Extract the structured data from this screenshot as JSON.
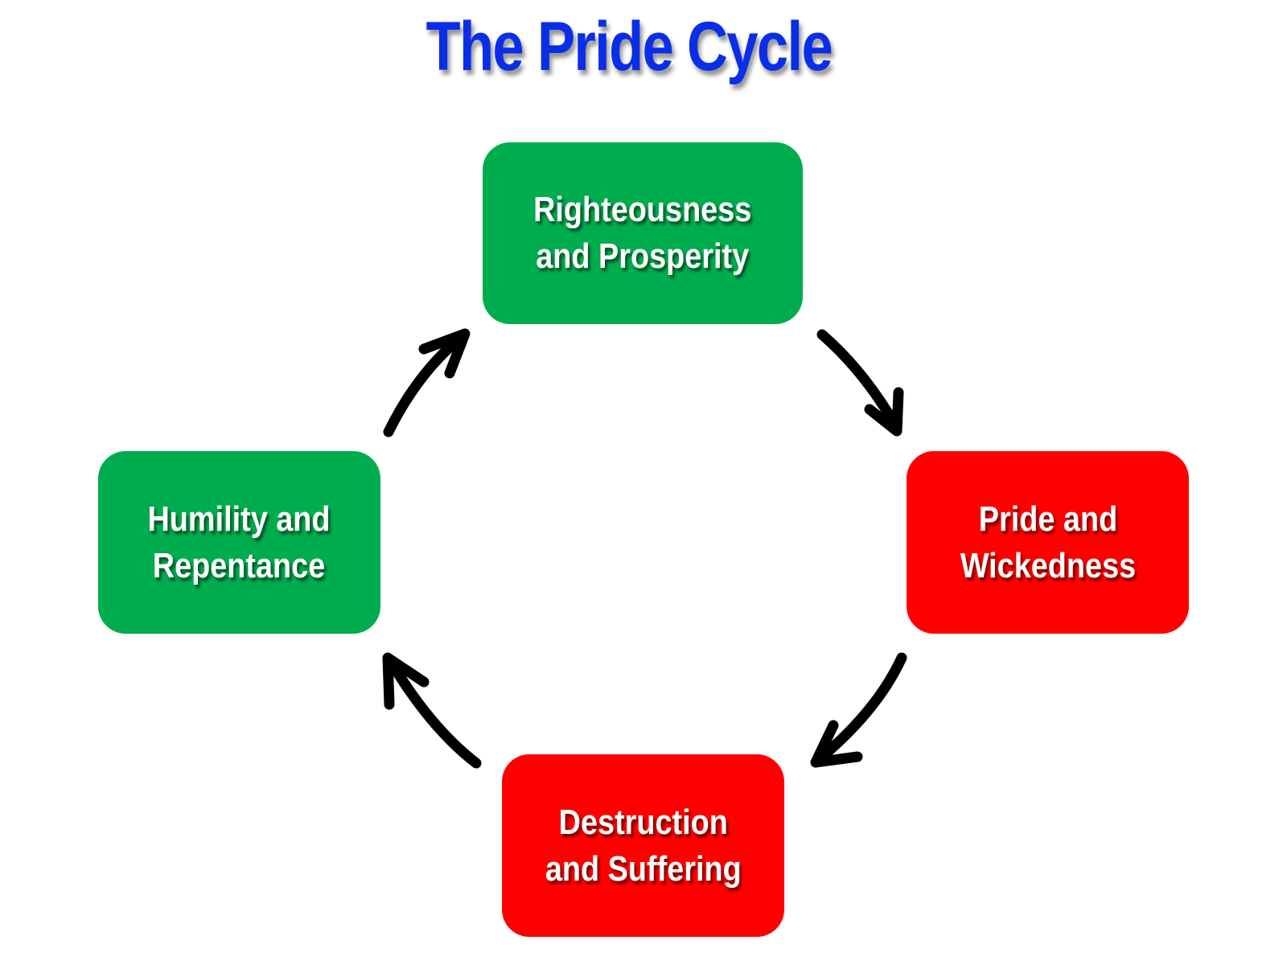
{
  "title": "The Pride Cycle",
  "colors": {
    "title": "#0a2ee8",
    "positive": "#00ad4e",
    "negative": "#ff0000",
    "arrow": "#000000"
  },
  "stages": [
    {
      "id": "top",
      "label": "Righteousness\nand Prosperity",
      "tone": "positive"
    },
    {
      "id": "right",
      "label": "Pride and\nWickedness",
      "tone": "negative"
    },
    {
      "id": "bottom",
      "label": "Destruction\nand Suffering",
      "tone": "negative"
    },
    {
      "id": "left",
      "label": "Humility and\nRepentance",
      "tone": "positive"
    }
  ],
  "arrows": [
    {
      "from": "Righteousness and Prosperity",
      "to": "Pride and Wickedness",
      "direction": "clockwise"
    },
    {
      "from": "Pride and Wickedness",
      "to": "Destruction and Suffering",
      "direction": "clockwise"
    },
    {
      "from": "Destruction and Suffering",
      "to": "Humility and Repentance",
      "direction": "clockwise"
    },
    {
      "from": "Humility and Repentance",
      "to": "Righteousness and Prosperity",
      "direction": "clockwise"
    }
  ]
}
